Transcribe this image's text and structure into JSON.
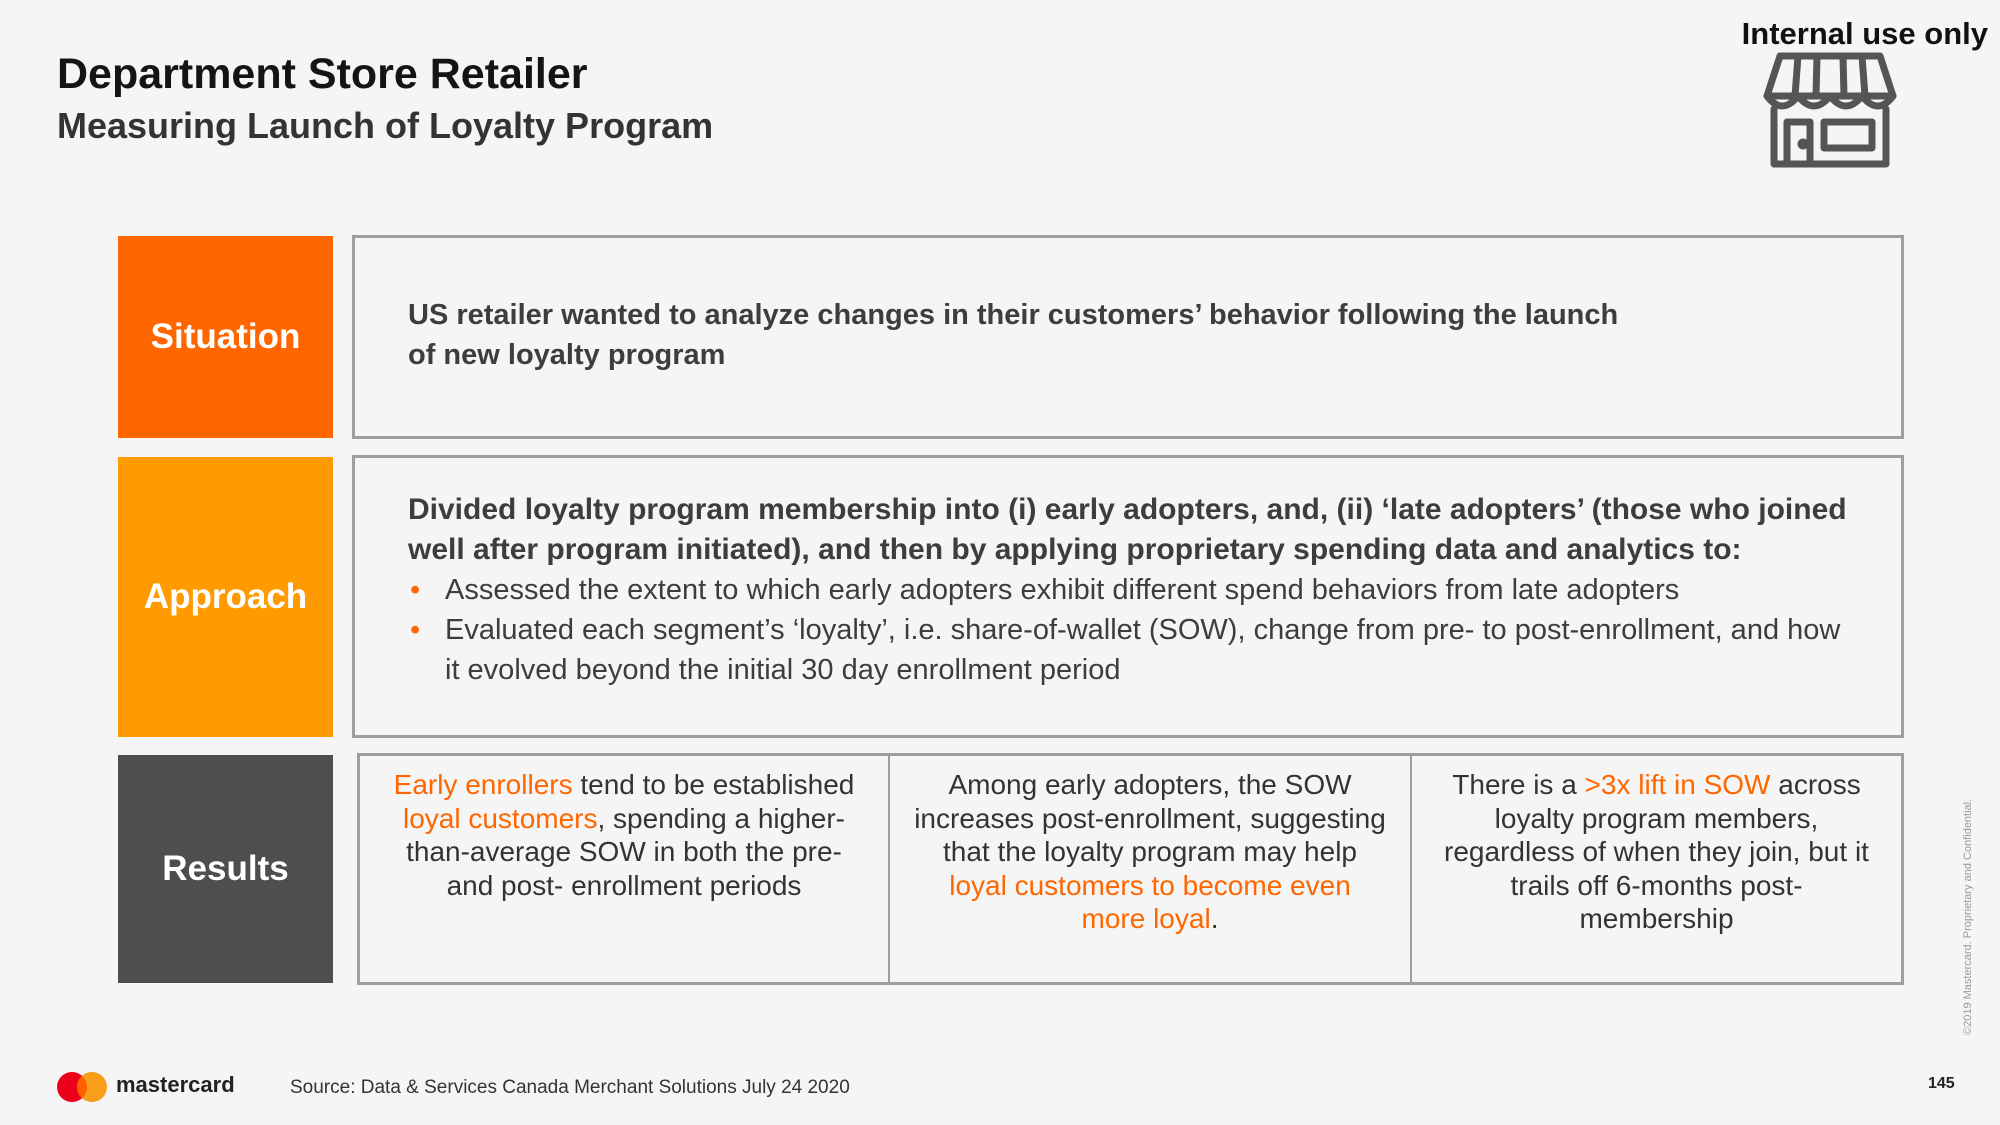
{
  "header": {
    "title": "Department Store Retailer",
    "subtitle": "Measuring Launch of Loyalty Program",
    "confidentiality": "Internal use only",
    "icon": "storefront-icon"
  },
  "situation": {
    "label": "Situation",
    "text": "US retailer wanted to analyze changes in their customers’ behavior following the launch of new loyalty program"
  },
  "approach": {
    "label": "Approach",
    "lead": "Divided loyalty program membership into (i) early adopters, and, (ii) ‘late adopters’ (those who joined well after program initiated), and then by applying proprietary spending data and analytics to:",
    "bullet_marker": "•",
    "bullets": [
      "Assessed the extent to which early adopters exhibit different spend behaviors from late adopters",
      "Evaluated each segment’s ‘loyalty’, i.e. share-of-wallet (SOW), change from pre- to post-enrollment, and how it evolved beyond the initial 30 day enrollment period"
    ]
  },
  "results": {
    "label": "Results",
    "col1": {
      "hl1": "Early enrollers",
      "t1": " tend to be established ",
      "hl2": "loyal customers",
      "t2": ", spending a higher-than-average SOW in both the pre- and post- enrollment periods"
    },
    "col2": {
      "t1": "Among early adopters, the SOW increases post-enrollment, suggesting that the loyalty program may help ",
      "hl1": "loyal customers to become even more loyal",
      "t2": "."
    },
    "col3": {
      "t1": "There is a ",
      "hl1": ">3x lift in SOW",
      "t2": " across loyalty program members, regardless of when they join, but it trails off 6-months post-membership"
    }
  },
  "footer": {
    "brand": "mastercard",
    "source": "Source: Data & Services Canada Merchant Solutions July 24 2020",
    "page_number": "145",
    "copyright": "©2019 Mastercard. Proprietary and Confidential."
  },
  "colors": {
    "orange": "#ff6600",
    "amber": "#ff9a00",
    "dark_gray": "#4e4e4e",
    "border_gray": "#9e9e9e",
    "logo_red": "#eb001b",
    "logo_yellow": "#f79e1b"
  }
}
